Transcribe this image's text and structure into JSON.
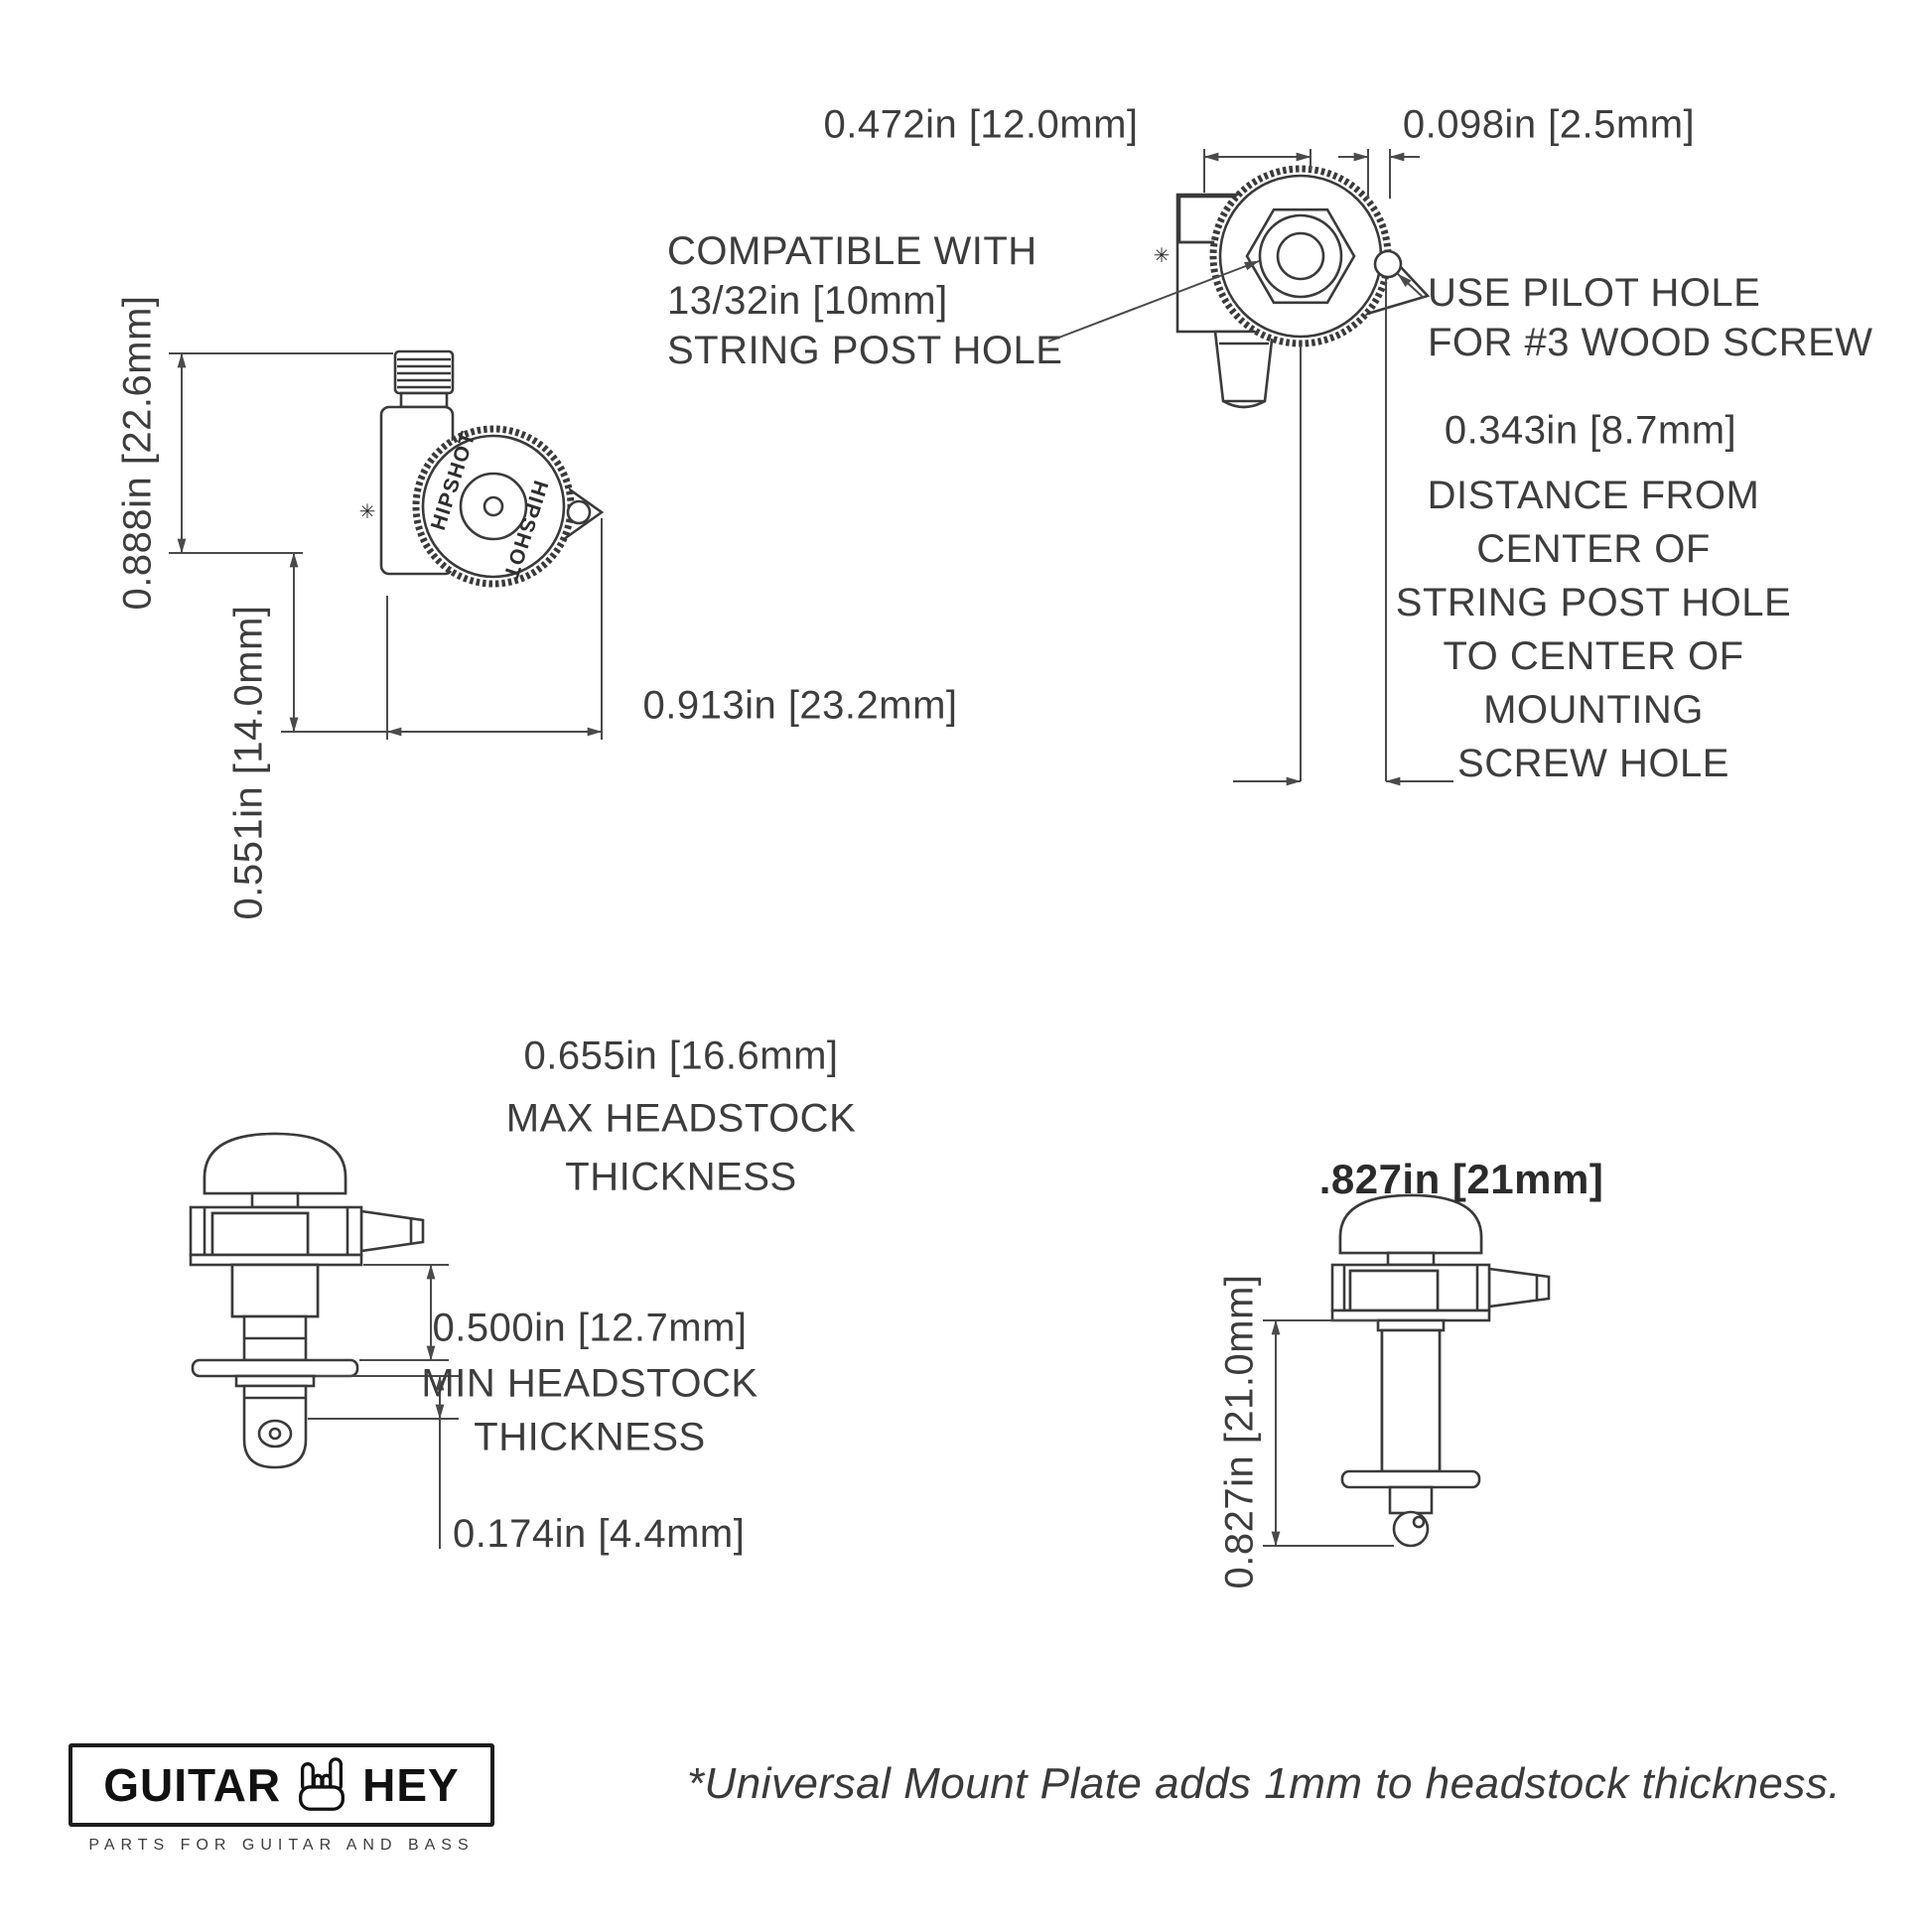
{
  "title": "Guitar tuner dimension diagram",
  "colors": {
    "ink": "#3d3d3d",
    "line": "#4a4a4a",
    "background": "#ffffff"
  },
  "ref_mark": "✳",
  "brand": {
    "knob_text": "HIPSHOT"
  },
  "dims": {
    "top_width": "0.472in [12.0mm]",
    "pilot_offset": "0.098in [2.5mm]",
    "post_center_to_screw": "0.343in [8.7mm]",
    "upper_height": "0.888in [22.6mm]",
    "lower_height": "0.551in [14.0mm]",
    "body_width": "0.913in [23.2mm]",
    "max_headstock": "0.655in [16.6mm]",
    "min_headstock": "0.500in [12.7mm]",
    "washer_offset": "0.174in [4.4mm]",
    "post_height_title": ".827in [21mm]",
    "post_height": "0.827in [21.0mm]"
  },
  "labels": {
    "compatible": [
      "COMPATIBLE WITH",
      "13/32in [10mm]",
      "STRING POST HOLE"
    ],
    "pilot": [
      "USE PILOT HOLE",
      "FOR #3 WOOD SCREW"
    ],
    "distance": [
      "DISTANCE FROM",
      "CENTER OF",
      "STRING POST HOLE",
      "TO CENTER OF",
      "MOUNTING",
      "SCREW HOLE"
    ],
    "max_headstock": [
      "MAX HEADSTOCK",
      "THICKNESS"
    ],
    "min_headstock": [
      "MIN HEADSTOCK",
      "THICKNESS"
    ]
  },
  "footer": {
    "logo_left": "GUITAR",
    "logo_right": "HEY",
    "tagline": "PARTS FOR GUITAR AND BASS",
    "note": "*Universal Mount Plate adds 1mm to headstock thickness."
  }
}
